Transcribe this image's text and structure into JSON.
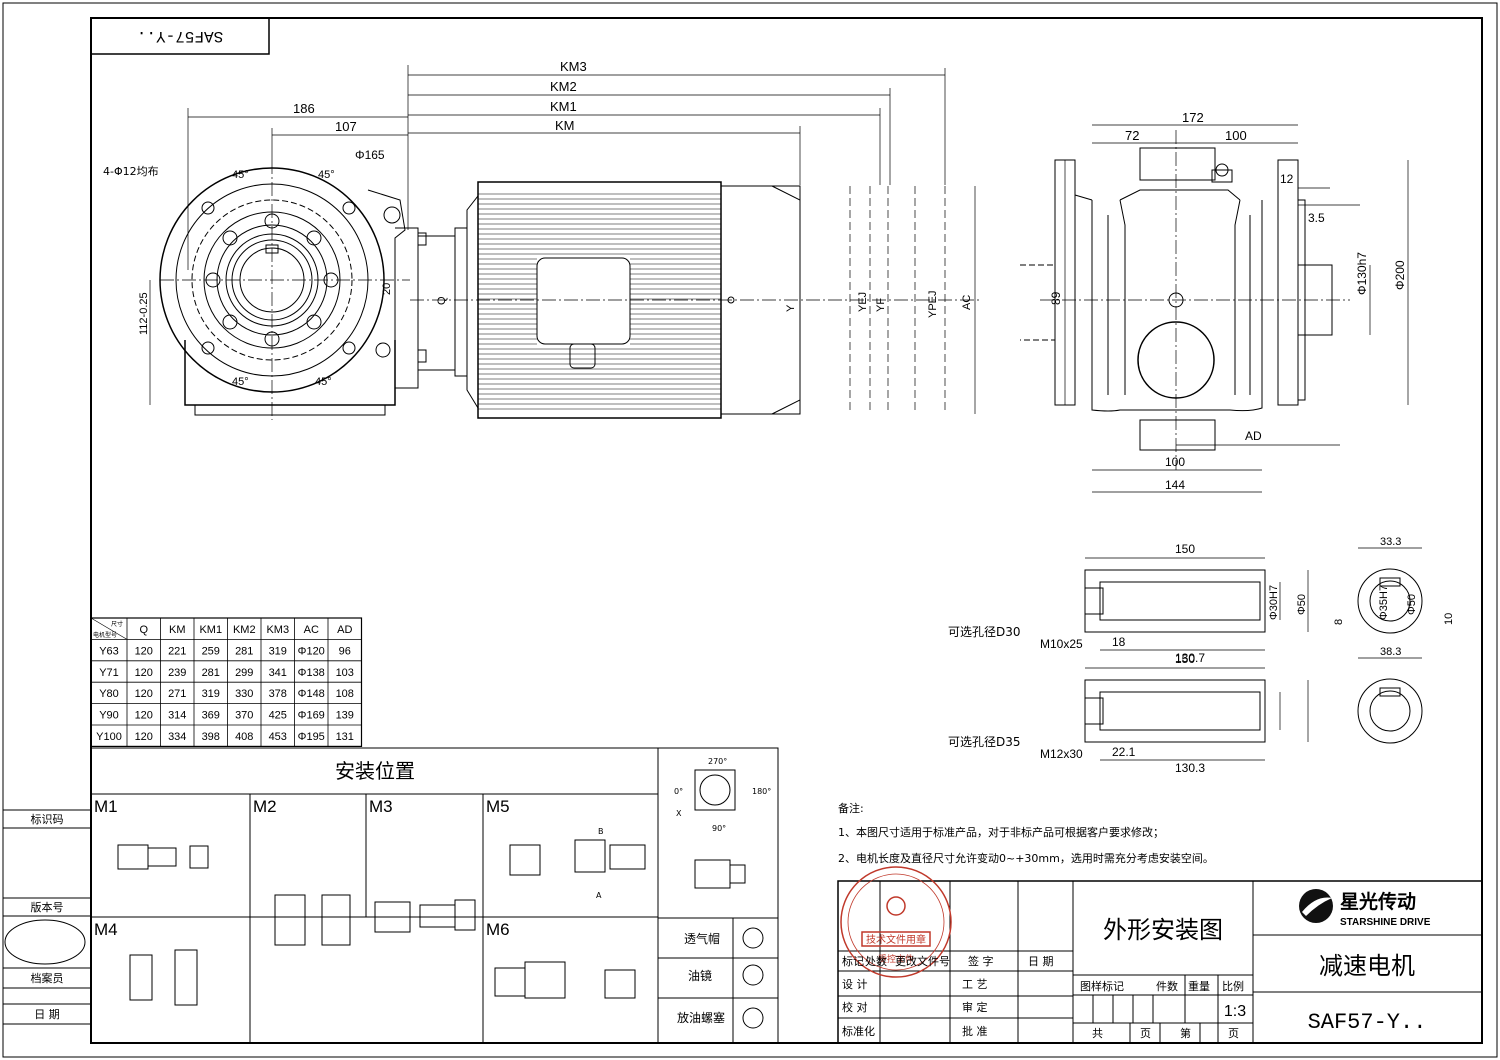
{
  "title_block": {
    "model_box": "SAF57-Y..",
    "drawing_name": "外形安装图",
    "product_name": "减速电机",
    "drawing_number": "SAF57-Y..",
    "scale": "1:3",
    "brand_cn": "星光传动",
    "brand_en": "STARSHINE DRIVE",
    "stamp_text": "技术文件用章",
    "stamp_sub": "受控文件",
    "cells": {
      "marker": "标记",
      "location": "处数",
      "change_doc": "更改文件号",
      "sign": "签 字",
      "date": "日 期",
      "design": "设 计",
      "process": "工 艺",
      "check": "校 对",
      "review": "审 定",
      "standardize": "标准化",
      "approve": "批 准",
      "drawing_mark": "图样标记",
      "qty": "件数",
      "weight": "重量",
      "ratio": "比例",
      "total": "共",
      "page": "页",
      "sheet": "第",
      "page2": "页"
    }
  },
  "left_strip": {
    "label_code": "标识码",
    "label_version": "版本号",
    "label_archivist": "档案员",
    "label_date": "日 期"
  },
  "dimensions": {
    "km3": "KM3",
    "km2": "KM2",
    "km1": "KM1",
    "km": "KM",
    "d186": "186",
    "d107": "107",
    "holes": "4-Φ12均布",
    "phi165": "Φ165",
    "ang45": "45°",
    "h112": "112-0.25",
    "h112_top": "0",
    "d20": "20",
    "q": "Q",
    "y": "Y",
    "yej": "YEJ",
    "yf": "YF",
    "ypej": "YPEJ",
    "ac": "AC",
    "w172": "172",
    "w72": "72",
    "w100": "100",
    "w12": "12",
    "w35": "3.5",
    "phi130": "Φ130h7",
    "phi200": "Φ200",
    "v89": "89",
    "ad": "AD",
    "b100": "100",
    "b144": "144"
  },
  "shafts": [
    {
      "label": "可选孔径D30",
      "len": "150",
      "thread": "M10x25",
      "d1": "18",
      "d2": "130.7",
      "bore": "Φ30H7",
      "outer": "Φ50",
      "key_w": "33.3",
      "key_h": "8"
    },
    {
      "label": "可选孔径D35",
      "len": "150",
      "thread": "M12x30",
      "d1": "22.1",
      "d2": "130.3",
      "bore": "Φ35H7",
      "outer": "Φ50",
      "key_w": "38.3",
      "key_h": "10"
    }
  ],
  "dim_table": {
    "corner_top": "尺寸",
    "corner_bottom": "电机型号",
    "headers": [
      "Q",
      "KM",
      "KM1",
      "KM2",
      "KM3",
      "AC",
      "AD"
    ],
    "rows": [
      [
        "Y63",
        "120",
        "221",
        "259",
        "281",
        "319",
        "Φ120",
        "96"
      ],
      [
        "Y71",
        "120",
        "239",
        "281",
        "299",
        "341",
        "Φ138",
        "103"
      ],
      [
        "Y80",
        "120",
        "271",
        "319",
        "330",
        "378",
        "Φ148",
        "108"
      ],
      [
        "Y90",
        "120",
        "314",
        "369",
        "370",
        "425",
        "Φ169",
        "139"
      ],
      [
        "Y100",
        "120",
        "334",
        "398",
        "408",
        "453",
        "Φ195",
        "131"
      ]
    ]
  },
  "mounting": {
    "title": "安装位置",
    "positions": [
      "M1",
      "M2",
      "M3",
      "M5",
      "M4",
      "M6"
    ],
    "angles": [
      "270°",
      "180°",
      "0°",
      "90°"
    ],
    "letters": [
      "X",
      "A",
      "B"
    ],
    "parts": [
      "透气帽",
      "油镜",
      "放油螺塞"
    ]
  },
  "notes": {
    "title": "备注:",
    "items": [
      "1、本图尺寸适用于标准产品，对于非标产品可根据客户要求修改；",
      "2、电机长度及直径尺寸允许变动0~+30mm，选用时需充分考虑安装空间。"
    ]
  }
}
